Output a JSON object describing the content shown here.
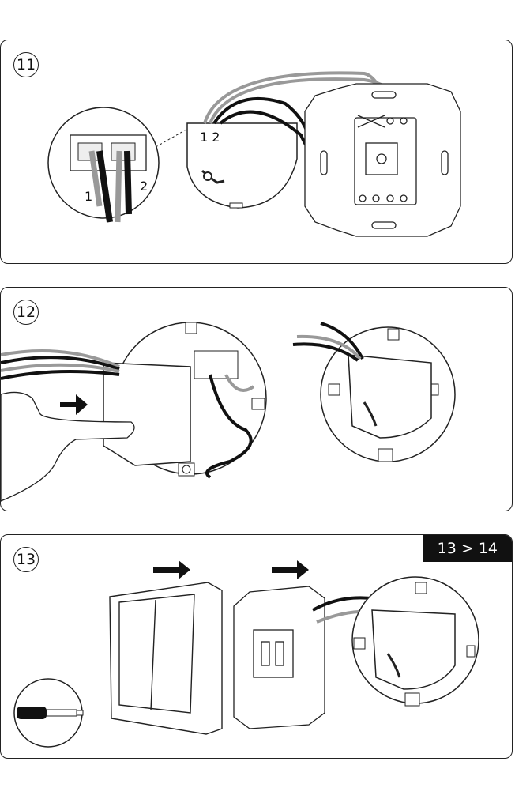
{
  "steps": [
    {
      "number": "11",
      "wire_labels": [
        "1",
        "2",
        "1 2"
      ]
    },
    {
      "number": "12"
    },
    {
      "number": "13",
      "badge": "13 > 14"
    }
  ]
}
